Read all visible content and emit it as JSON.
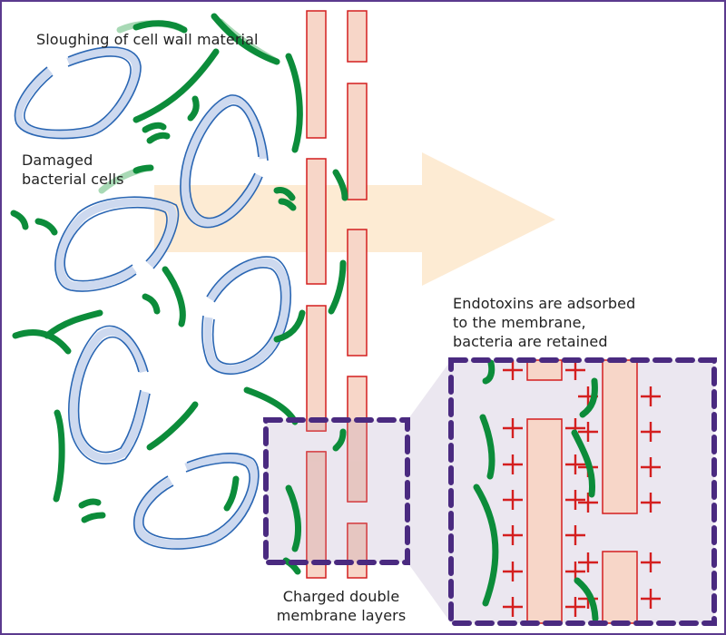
{
  "diagram": {
    "title": "Endotoxin removal by charged double membrane layers",
    "labels": {
      "sloughing": "Sloughing of cell wall material",
      "damaged_cells": "Damaged\nbacterial cells",
      "endotoxins": "Endotoxins are adsorbed\nto the membrane,\nbacteria are retained",
      "membrane_layers": "Charged double\nmembrane layers"
    },
    "colors": {
      "frame": "#5b3a8e",
      "cell_outline": "#2a66b3",
      "cell_fill": "#cdd9ef",
      "fragment": "#0c8c3a",
      "membrane_fill": "#f7d6c8",
      "membrane_outline": "#d41f1f",
      "flow_arrow": "#fdebd3",
      "zoom_box": "#4a2a80",
      "zoom_fill": "#ebe7f0",
      "charge": "#d41f1f"
    },
    "icons": {
      "flow_direction": "arrow-right-icon",
      "positive_charge": "plus-icon"
    },
    "charge_symbol": "+"
  }
}
